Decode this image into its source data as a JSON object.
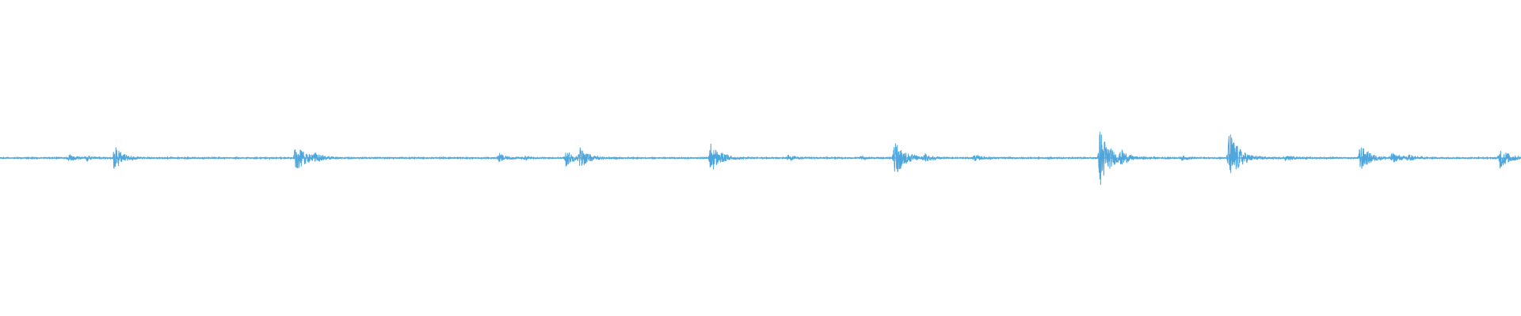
{
  "waveform": {
    "color": "#4ea6dc",
    "background": "#ffffff",
    "duration": 1.0,
    "amplitude_range": [
      -1,
      1
    ],
    "baseline_noise": 0.004,
    "bursts": [
      {
        "t": 0.045,
        "amp": 0.02,
        "decay": 0.004
      },
      {
        "t": 0.057,
        "amp": 0.015,
        "decay": 0.003
      },
      {
        "t": 0.075,
        "amp": 0.09,
        "decay": 0.005
      },
      {
        "t": 0.194,
        "amp": 0.09,
        "decay": 0.007
      },
      {
        "t": 0.207,
        "amp": 0.02,
        "decay": 0.004
      },
      {
        "t": 0.328,
        "amp": 0.03,
        "decay": 0.004
      },
      {
        "t": 0.345,
        "amp": 0.012,
        "decay": 0.003
      },
      {
        "t": 0.372,
        "amp": 0.06,
        "decay": 0.004
      },
      {
        "t": 0.381,
        "amp": 0.07,
        "decay": 0.005
      },
      {
        "t": 0.467,
        "amp": 0.1,
        "decay": 0.006
      },
      {
        "t": 0.518,
        "amp": 0.02,
        "decay": 0.004
      },
      {
        "t": 0.566,
        "amp": 0.012,
        "decay": 0.003
      },
      {
        "t": 0.588,
        "amp": 0.13,
        "decay": 0.006
      },
      {
        "t": 0.608,
        "amp": 0.025,
        "decay": 0.004
      },
      {
        "t": 0.64,
        "amp": 0.02,
        "decay": 0.005
      },
      {
        "t": 0.723,
        "amp": 0.2,
        "decay": 0.006
      },
      {
        "t": 0.737,
        "amp": 0.04,
        "decay": 0.004
      },
      {
        "t": 0.777,
        "amp": 0.015,
        "decay": 0.003
      },
      {
        "t": 0.808,
        "amp": 0.19,
        "decay": 0.006
      },
      {
        "t": 0.845,
        "amp": 0.015,
        "decay": 0.004
      },
      {
        "t": 0.894,
        "amp": 0.09,
        "decay": 0.006
      },
      {
        "t": 0.915,
        "amp": 0.03,
        "decay": 0.005
      },
      {
        "t": 0.925,
        "amp": 0.025,
        "decay": 0.004
      },
      {
        "t": 0.986,
        "amp": 0.07,
        "decay": 0.006
      }
    ]
  }
}
